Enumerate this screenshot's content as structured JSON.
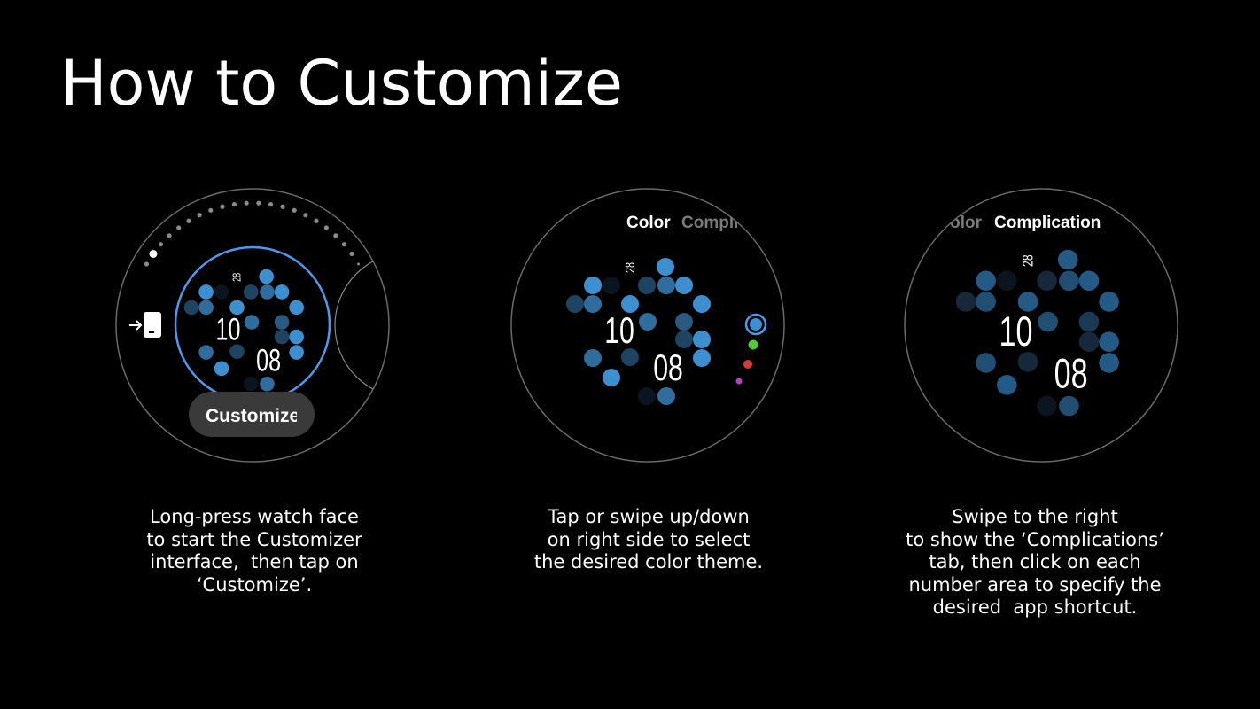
{
  "title": "How to Customize",
  "steps": [
    {
      "watch": {
        "date": "28",
        "hour": "10",
        "minute": "08",
        "button_label": "Customize",
        "icon": "exit-to-phone-icon"
      },
      "caption": [
        "Long-press watch face",
        "to start the Customizer",
        "interface,  then tap on",
        "‘Customize’."
      ]
    },
    {
      "watch": {
        "date": "28",
        "hour": "10",
        "minute": "08",
        "tab_active": "Color",
        "tab_inactive": "Compli",
        "swatches": [
          "#3d8fd0",
          "#55c83a",
          "#d63a34",
          "#c03ac8"
        ],
        "selected_swatch": 0
      },
      "caption": [
        "Tap or swipe up/down",
        "on right side to select",
        "the desired color theme."
      ]
    },
    {
      "watch": {
        "date": "28",
        "hour": "10",
        "minute": "08",
        "tab_inactive": "olor",
        "tab_active": "Complication"
      },
      "caption": [
        "Swipe to the right",
        "to show the ‘Complications’",
        "tab, then click on each",
        "number area to specify the",
        "desired  app shortcut."
      ]
    }
  ],
  "colors": {
    "accent": "#4a9af0",
    "dot_bright": "#3d8fd0",
    "dot_medium": "#2e6d9e",
    "dot_dark": "#1e4462",
    "dot_very_dark": "#0a1520"
  }
}
